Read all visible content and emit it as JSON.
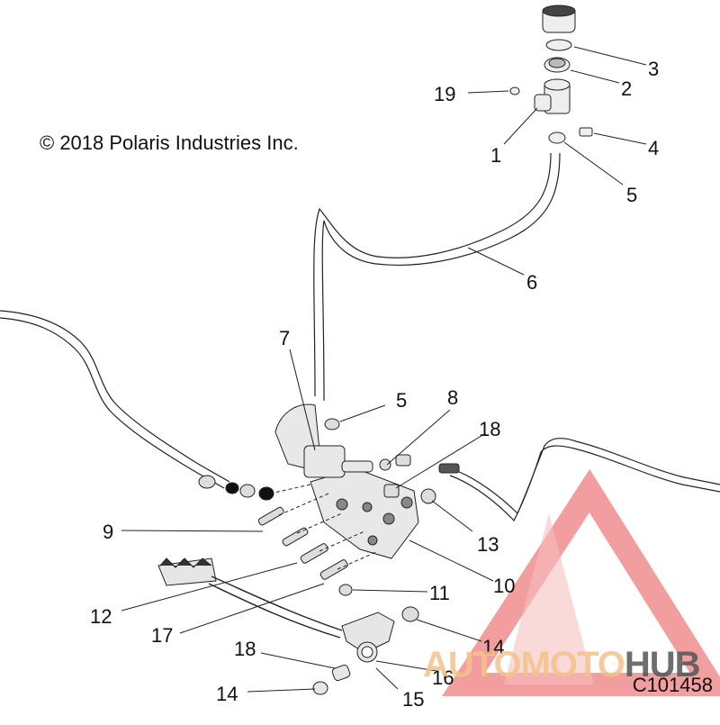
{
  "copyright": "© 2018 Polaris Industries Inc.",
  "figure_id": "C101458",
  "watermark": {
    "part1": "AUTOMOTO",
    "part2": "HUB",
    "color_accent": "#e85050"
  },
  "callouts": [
    {
      "id": "c1",
      "label": "1"
    },
    {
      "id": "c2",
      "label": "2"
    },
    {
      "id": "c3",
      "label": "3"
    },
    {
      "id": "c4",
      "label": "4"
    },
    {
      "id": "c5a",
      "label": "5"
    },
    {
      "id": "c5b",
      "label": "5"
    },
    {
      "id": "c6",
      "label": "6"
    },
    {
      "id": "c7",
      "label": "7"
    },
    {
      "id": "c8",
      "label": "8"
    },
    {
      "id": "c9",
      "label": "9"
    },
    {
      "id": "c10",
      "label": "10"
    },
    {
      "id": "c11",
      "label": "11"
    },
    {
      "id": "c12",
      "label": "12"
    },
    {
      "id": "c13",
      "label": "13"
    },
    {
      "id": "c14a",
      "label": "14"
    },
    {
      "id": "c14b",
      "label": "14"
    },
    {
      "id": "c15",
      "label": "15"
    },
    {
      "id": "c16",
      "label": "16"
    },
    {
      "id": "c17",
      "label": "17"
    },
    {
      "id": "c18a",
      "label": "18"
    },
    {
      "id": "c18b",
      "label": "18"
    },
    {
      "id": "c19",
      "label": "19"
    }
  ]
}
